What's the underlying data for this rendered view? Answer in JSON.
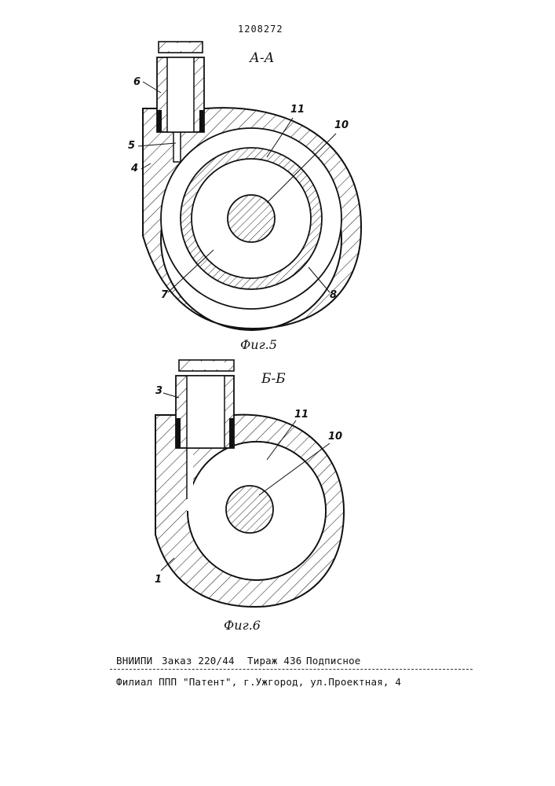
{
  "document": {
    "patent_number": "1208272",
    "fig5": {
      "section_label": "А-А",
      "caption": "Фиг.5",
      "labels": {
        "l6": "6",
        "l5": "5",
        "l4": "4",
        "l11": "11",
        "l10": "10",
        "l7": "7",
        "l8": "8"
      }
    },
    "fig6": {
      "section_label": "Б-Б",
      "caption": "Фиг.6",
      "labels": {
        "l3": "3",
        "l11": "11",
        "l10": "10",
        "l1": "1"
      }
    },
    "footer": {
      "line1_org": "ВНИИПИ",
      "line1_order": "Заказ 220/44",
      "line1_print": "Тираж 436",
      "line1_sub": "Подписное",
      "line2": "Филиал ППП \"Патент\", г.Ужгород, ул.Проектная, 4"
    }
  }
}
